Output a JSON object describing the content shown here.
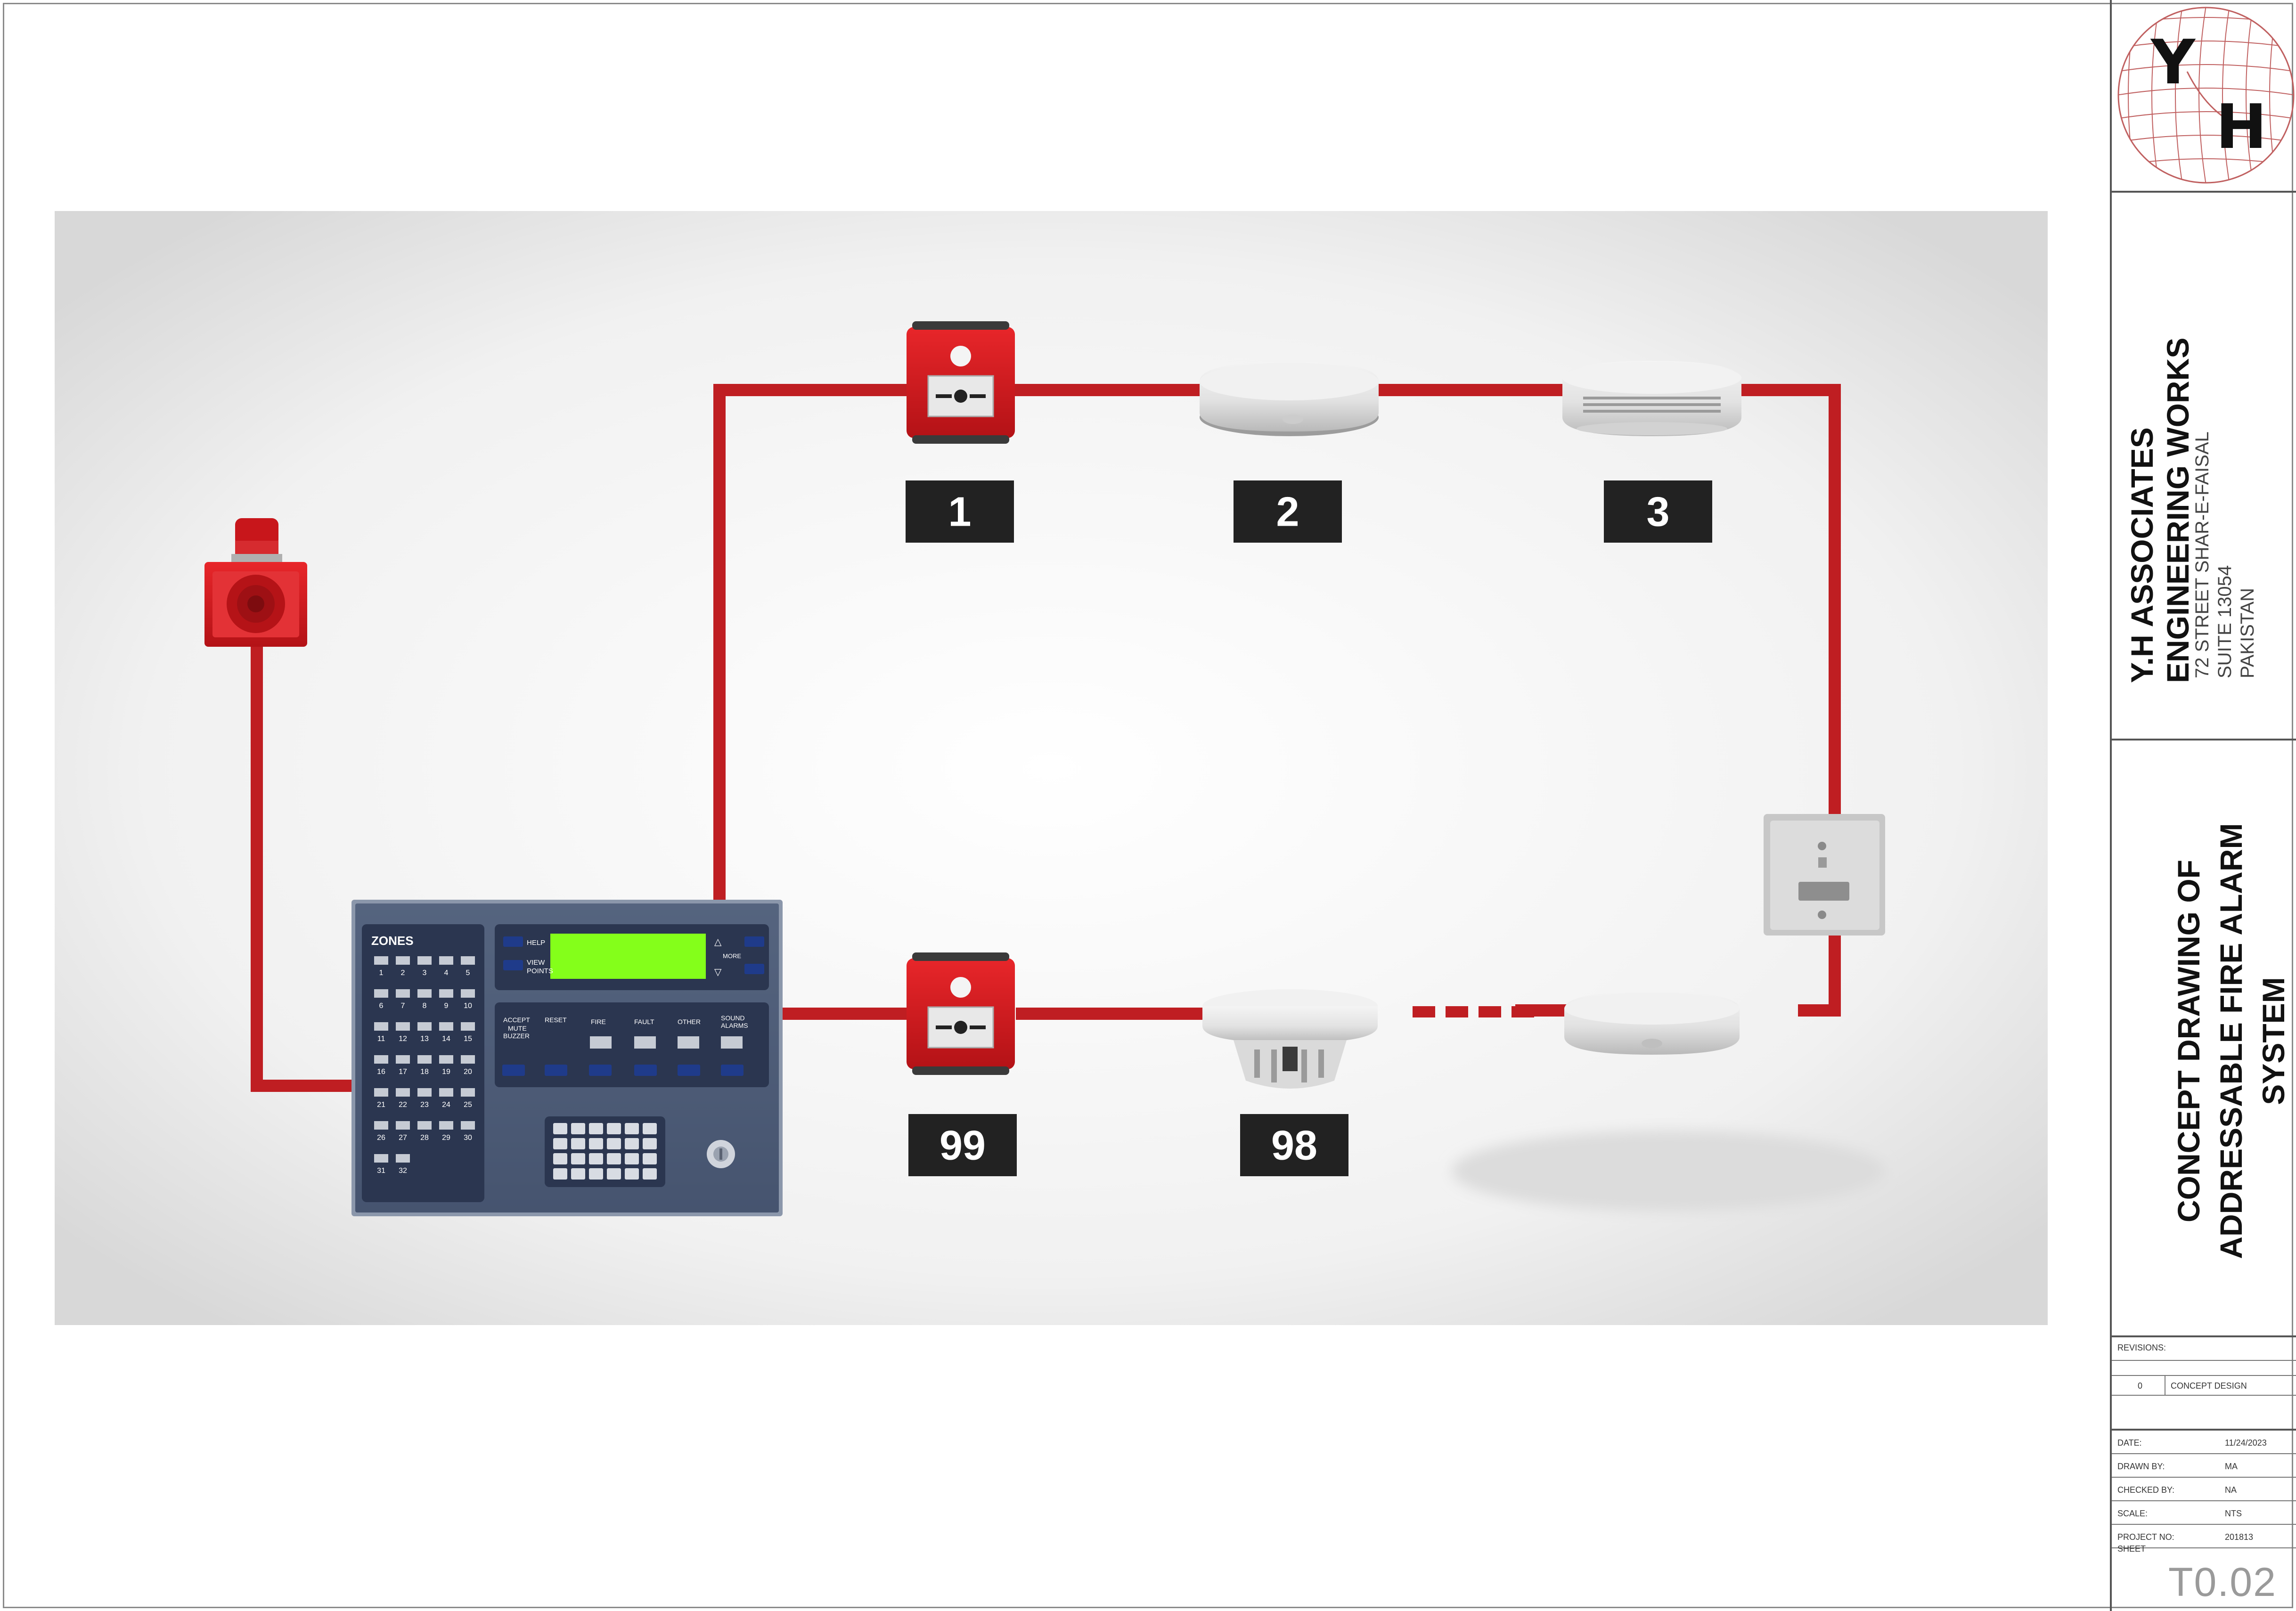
{
  "labels": {
    "device_1": "1",
    "device_2": "2",
    "device_3": "3",
    "device_99": "99",
    "device_98": "98"
  },
  "panel": {
    "zones_title": "ZONES",
    "zone_numbers": [
      "1",
      "2",
      "3",
      "4",
      "5",
      "6",
      "7",
      "8",
      "9",
      "10",
      "11",
      "12",
      "13",
      "14",
      "15",
      "16",
      "17",
      "18",
      "19",
      "20",
      "21",
      "22",
      "23",
      "24",
      "25",
      "26",
      "27",
      "28",
      "29",
      "30",
      "31",
      "32"
    ],
    "help": "HELP",
    "view_points": [
      "VIEW",
      "POINTS"
    ],
    "more": "MORE",
    "accept": "ACCEPT",
    "mute_buzzer": [
      "MUTE",
      "BUZZER"
    ],
    "reset": "RESET",
    "fire": "FIRE",
    "fault": "FAULT",
    "other": "OTHER",
    "sound_alarms": [
      "SOUND",
      "ALARMS"
    ]
  },
  "colors": {
    "wire": "#bf1e22",
    "device_red": "#d0181c",
    "panel_body": "#4b5a78",
    "panel_dark": "#2b3650",
    "lcd": "#84ff1a",
    "label_bg": "#222222"
  },
  "title_block": {
    "company": [
      "Y.H ASSOCIATES",
      "ENGINEERING WORKS"
    ],
    "address": [
      "72 STREET SHAR-E-FAISAL",
      "SUITE 13054",
      "PAKISTAN"
    ],
    "drawing_title": [
      "CONCEPT DRAWING OF",
      "ADDRESSABLE FIRE ALARM",
      "SYSTEM"
    ],
    "logo_letters": [
      "Y",
      "H"
    ],
    "revisions_label": "REVISIONS:",
    "revision": {
      "number": "0",
      "description": "CONCEPT DESIGN"
    },
    "date_label": "DATE:",
    "date": "11/24/2023",
    "drawn_by_label": "DRAWN BY:",
    "drawn_by": "MA",
    "checked_by_label": "CHECKED BY:",
    "checked_by": "NA",
    "scale_label": "SCALE:",
    "scale": "NTS",
    "project_no_label": "PROJECT NO:",
    "project_no": "201813",
    "sheet_label": "SHEET",
    "sheet_number": "T0.02"
  },
  "icons": [
    "strobe-beacon-icon",
    "manual-call-point-icon",
    "smoke-detector-icon",
    "heat-detector-icon",
    "interface-module-icon",
    "fire-alarm-panel-icon"
  ]
}
